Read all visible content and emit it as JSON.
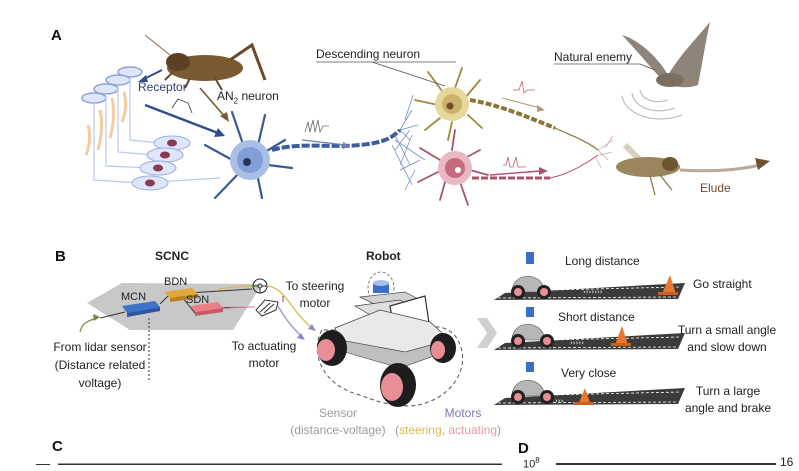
{
  "panels": {
    "a": {
      "letter": "A",
      "labels": {
        "receptor": "Receptor",
        "an2_neuron_main": "AN",
        "an2_neuron_sub": "2",
        "an2_neuron_tail": " neuron",
        "descending_neuron": "Descending neuron",
        "natural_enemy": "Natural enemy",
        "elude": "Elude"
      }
    },
    "b": {
      "letter": "B",
      "scnc_title": "SCNC",
      "robot_title": "Robot",
      "chips": {
        "mcn": "MCN",
        "bdn": "BDN",
        "sdn": "SDN"
      },
      "from_lidar": [
        "From  lidar sensor",
        "(Distance related",
        "voltage)"
      ],
      "to_steering": [
        "To steering",
        "motor"
      ],
      "to_actuating": [
        "To actuating",
        "motor"
      ],
      "sensor_label": "Sensor",
      "sensor_sub": "(distance-voltage)",
      "motors_label": "Motors",
      "motors_paren_open": "(",
      "motors_steering": "steering",
      "motors_comma": ", ",
      "motors_actuating": "actuating",
      "motors_paren_close": ")",
      "scenarios": [
        {
          "distance": "Long distance",
          "action": [
            "Go straight"
          ]
        },
        {
          "distance": "Short distance",
          "action": [
            "Turn a small angle",
            "and slow down"
          ]
        },
        {
          "distance": "Very close",
          "action": [
            "Turn a large",
            "angle and brake"
          ]
        }
      ]
    },
    "c": {
      "letter": "C"
    },
    "d": {
      "letter": "D",
      "y_left_top_base": "10",
      "y_left_top_exp": "8",
      "y_right_top": "16"
    }
  },
  "colors": {
    "an2_neuron": "#7f9fd6",
    "descending_yellow": "#c9b46a",
    "descending_red": "#c56b7e",
    "mcn_chip": "#3f73c9",
    "bdn_chip": "#e2a93a",
    "sdn_chip": "#ee7d86",
    "steering": "#d9b84e",
    "actuating": "#e09aa5",
    "sensor_gray": "#9a9a9a",
    "motors_purple": "#7a78a8",
    "road": "#3b3b3b",
    "cone": "#e9782e",
    "wheel_hub": "#e88e96"
  }
}
